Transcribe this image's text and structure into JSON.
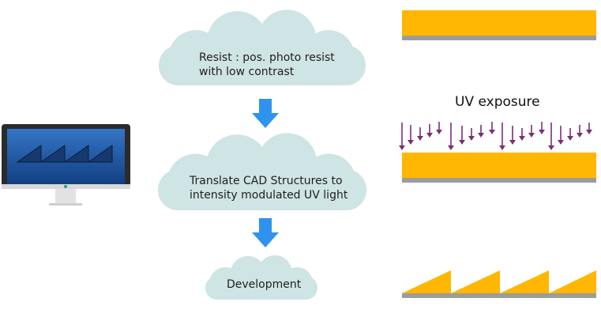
{
  "steps": [
    {
      "line1": "Resist : pos. photo resist",
      "line2": "with low contrast"
    },
    {
      "line1": "Translate CAD Structures to",
      "line2": "intensity modulated UV light"
    },
    {
      "line1": "Development"
    }
  ],
  "uv_label": "UV exposure",
  "colors": {
    "cloud": "#cfe4e4",
    "arrow": "#2f93ee",
    "resist": "#ffb703",
    "substrate": "#9c9c9c",
    "uv_arrow": "#7a2f77",
    "screen": "#1a4f9c"
  }
}
